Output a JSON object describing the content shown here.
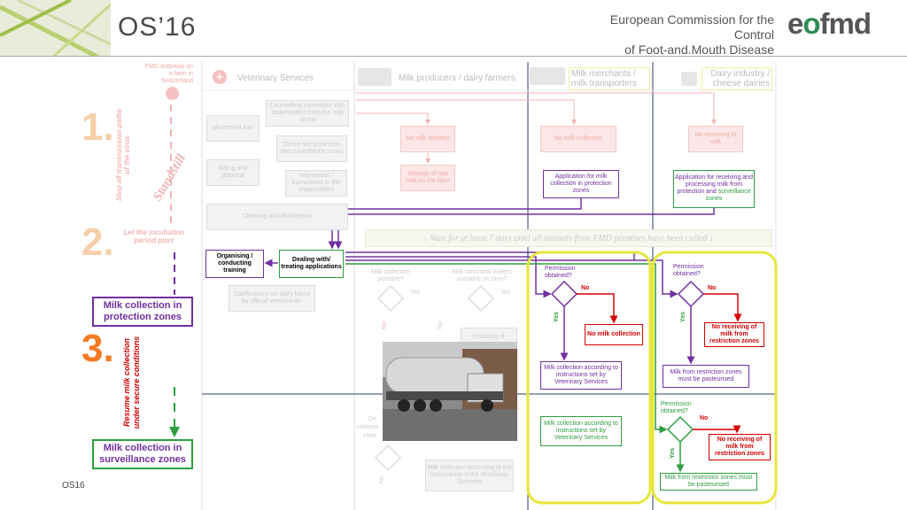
{
  "header": {
    "title": "OS’16",
    "org_line1": "European Commission for the Control",
    "org_line2": "of Foot-and.Mouth Disease",
    "brand_a": "e",
    "brand_b": "o",
    "brand_c": "fmd"
  },
  "lanes": {
    "fmd": "FMD outbreak on a farm in Switzerland",
    "vet": "Veterinary Services",
    "producers": "Milk producers / dairy farmers",
    "merchants": "Milk merchants / milk transporters",
    "dairy": "Dairy industry / cheese dairies"
  },
  "phases": {
    "p1_num": "1.",
    "p1_text": "Stop all transmission paths of the virus",
    "standstill": "Standstill",
    "p2_num": "2.",
    "p2_text": "Let the incubation period pass",
    "p3_num": "3.",
    "p3_text": "Resume milk collection under secure conditions",
    "protection": "Milk collection in protection zones",
    "surveillance": "Milk collection in surveillance zones"
  },
  "faint": {
    "movement": "Movement ban",
    "counselling": "Counselling committee with stakeholders from the milk sector",
    "define": "Define the protection and surveillance zones",
    "killing": "Killing and disposal",
    "information": "Information / instructions to the stakeholders",
    "cleaning": "Cleaning and disinfection",
    "no_delivery": "No milk delivery",
    "storage": "Storage of raw milk on the farm",
    "no_collection": "No milk collection",
    "no_receiving": "No receiving of milk",
    "clarifications": "Clarifications on dairy farms by official veterinarian",
    "milk_possible": "Milk collection possible?",
    "cans": "Milk cans/tank trailers available on farm?",
    "installing": "Installing of",
    "milk_instr_faint": "Milk collection according to the instructions of the Veterinary Services",
    "yes": "Yes",
    "no": "No",
    "frag_a": "De",
    "frag_b": "collectio",
    "frag_c": "chee"
  },
  "wait_text": "Wait for at least 7 days until all animals from FMD premises have been culled",
  "active": {
    "organising": "Organising / conducting training",
    "dealing": "Dealing with/ treating applications",
    "app_milk": "Application for milk collection in protection zones",
    "app_receive_a": "Application for receiving and processing milk from protection and ",
    "app_receive_b": "surveillance zones",
    "permission": "Permission obtained?",
    "yes": "Yes",
    "no": "No",
    "no_milk": "No milk collection",
    "no_receiving": "No receiving of milk from restriction zones",
    "collection_vs": "Milk collection according to instructions set by Veterinary Services",
    "pasteurised": "Milk from restriction zones must be pasteurised"
  },
  "footer": {
    "label": "OS16"
  }
}
